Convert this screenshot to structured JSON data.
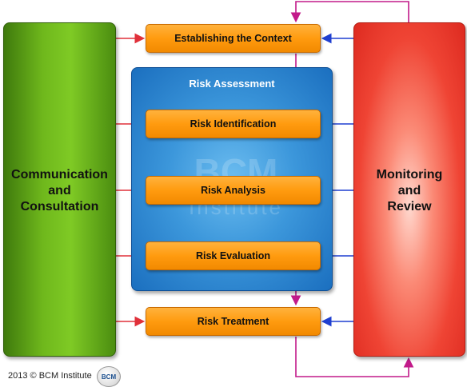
{
  "colors": {
    "communication_panel": "#7fca25",
    "monitoring_panel": "#ef4434",
    "assessment_panel": "#3c97db",
    "step_box": "#ff9b0f",
    "arrow_red": "#e0303a",
    "arrow_blue": "#1f3fd0",
    "flow_line": "#c21a8a"
  },
  "communication": {
    "label": "Communication and Consultation"
  },
  "monitoring": {
    "label": "Monitoring and Review"
  },
  "assessment": {
    "title": "Risk Assessment",
    "watermark_main": "BCM",
    "watermark_sub": "Institute"
  },
  "steps": [
    {
      "label": "Establishing the Context"
    },
    {
      "label": "Risk Identification"
    },
    {
      "label": "Risk Analysis"
    },
    {
      "label": "Risk Evaluation"
    },
    {
      "label": "Risk Treatment"
    }
  ],
  "footer": {
    "copyright": "2013 © BCM Institute",
    "logo_text": "BCM"
  }
}
